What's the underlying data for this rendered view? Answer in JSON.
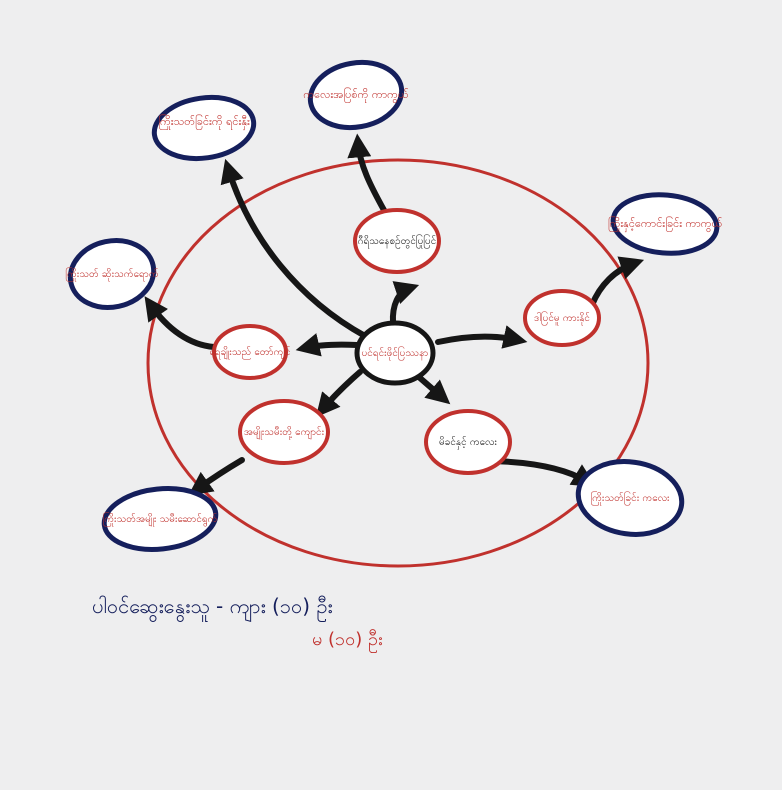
{
  "diagram": {
    "center_node": {
      "label": "ပင်ရင်းဖိုင်ပြဿနာ",
      "border_color": "#161616"
    },
    "inner_nodes": [
      {
        "id": "top",
        "label": "ဂီရိသနေစဉ်တွင်ပြုပြင်"
      },
      {
        "id": "right",
        "label": "ဒါပြင်မူ ကားနိုင်"
      },
      {
        "id": "left",
        "label": "ရေချိုးသည် တော်ကျင်"
      },
      {
        "id": "lower-left",
        "label": "အမျိုးသမီးတို့ ကျောင်း"
      },
      {
        "id": "lower-right",
        "label": "မိခင်နှင့် ကလေး"
      }
    ],
    "outer_nodes": [
      {
        "id": "upper-left",
        "label": "ကြိုးသတ်ခြင်းကို ရင်းနှီး"
      },
      {
        "id": "top",
        "label": "ကလေးအပြစ်ကို ကာကွယ်"
      },
      {
        "id": "right",
        "label": "ကြိုးနှင့်ကောင်းခြင်း ကာကွယ်"
      },
      {
        "id": "left",
        "label": "ကြိုးသတ် ဆိုးသက်ရောက်"
      },
      {
        "id": "lower-left",
        "label": "ကြိုးသတ်အမျိုး သမီးဆောင်ရွက်"
      },
      {
        "id": "lower-right",
        "label": "ကြိုးသတ်ခြင်း ကလေး"
      }
    ],
    "colors": {
      "ink_black": "#161616",
      "ink_red": "#c0312d",
      "ink_navy": "#151f5c",
      "paper": "#eeeeef"
    }
  },
  "footer": {
    "line1": "ပါဝင်ဆွေးနွေးသူ - ကျား (၁၀) ဦး",
    "line2": "မ (၁၀) ဦး"
  }
}
